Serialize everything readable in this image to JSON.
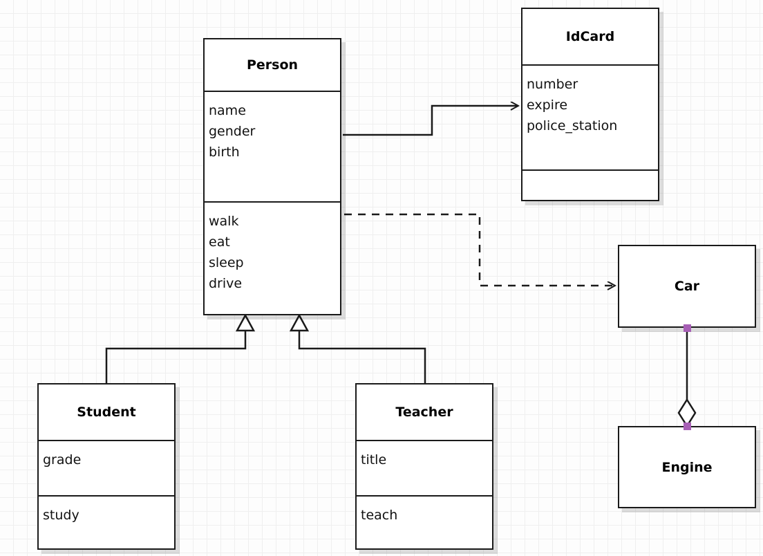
{
  "diagram": {
    "type": "uml-class-diagram",
    "background": "#fdfdfd",
    "grid": true,
    "accent_handle_color": "#a75fb5",
    "line_color": "#1a1a1a"
  },
  "classes": [
    {
      "id": "person",
      "name": "Person",
      "attributes": [
        "name",
        "gender",
        "birth"
      ],
      "operations": [
        "walk",
        "eat",
        "sleep",
        "drive"
      ]
    },
    {
      "id": "idcard",
      "name": "IdCard",
      "attributes": [
        "number",
        "expire",
        "police_station"
      ],
      "operations": []
    },
    {
      "id": "student",
      "name": "Student",
      "attributes": [
        "grade"
      ],
      "operations": [
        "study"
      ]
    },
    {
      "id": "teacher",
      "name": "Teacher",
      "attributes": [
        "title"
      ],
      "operations": [
        "teach"
      ]
    },
    {
      "id": "car",
      "name": "Car",
      "attributes": [],
      "operations": []
    },
    {
      "id": "engine",
      "name": "Engine",
      "attributes": [],
      "operations": []
    }
  ],
  "relationships": [
    {
      "id": "person-idcard",
      "kind": "association",
      "from": "Person",
      "to": "IdCard",
      "style": "solid",
      "target_marker": "open-arrow"
    },
    {
      "id": "person-car",
      "kind": "dependency",
      "from": "Person",
      "to": "Car",
      "style": "dashed",
      "target_marker": "open-arrow"
    },
    {
      "id": "student-person",
      "kind": "generalization",
      "from": "Student",
      "to": "Person",
      "style": "solid",
      "target_marker": "hollow-triangle"
    },
    {
      "id": "teacher-person",
      "kind": "generalization",
      "from": "Teacher",
      "to": "Person",
      "style": "solid",
      "target_marker": "hollow-triangle"
    },
    {
      "id": "car-engine",
      "kind": "aggregation",
      "from": "Car",
      "to": "Engine",
      "style": "solid",
      "target_marker": "hollow-diamond",
      "selected": true
    }
  ]
}
